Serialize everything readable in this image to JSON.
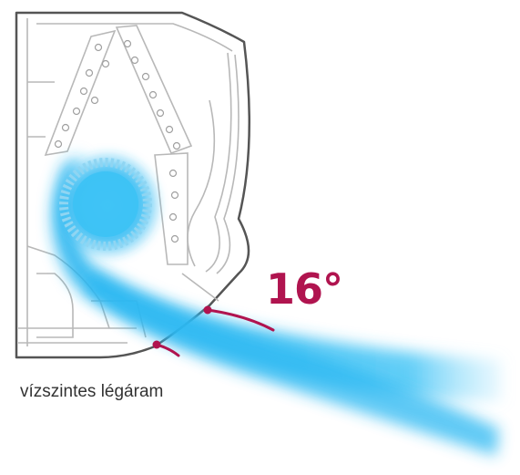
{
  "diagram": {
    "angle_label": "16°",
    "caption": "vízszintes légáram",
    "colors": {
      "accent": "#b0144f",
      "airflow": "#1fb3f0",
      "outline": "#555555",
      "caption_text": "#333333"
    },
    "icons": [
      "air-conditioner-cross-section",
      "fan-icon",
      "airflow-stream"
    ]
  }
}
